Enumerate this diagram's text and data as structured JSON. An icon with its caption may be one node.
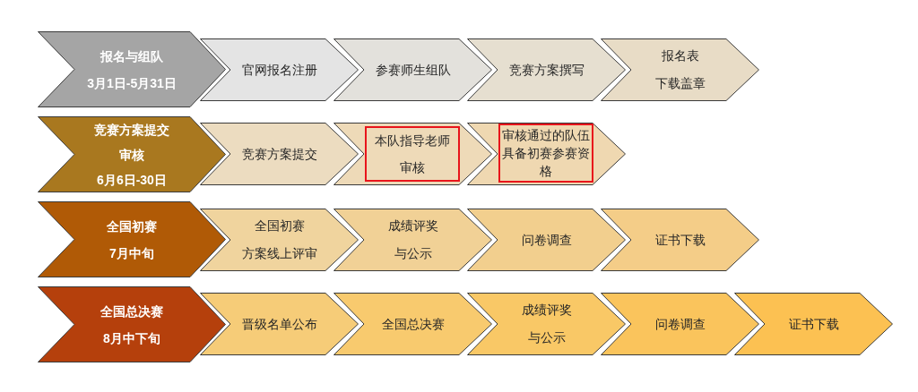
{
  "diagram": {
    "nodes": [
      {
        "text": [
          "报名与组队",
          "3月1日-5月31日"
        ]
      },
      {
        "text": [
          "官网报名注册"
        ]
      },
      {
        "text": [
          "参赛师生组队"
        ]
      },
      {
        "text": [
          "竞赛方案撰写"
        ]
      },
      {
        "text": [
          "报名表下载盖章"
        ]
      },
      {
        "text": [
          "竞赛方案提交审核",
          "6月6日-30日"
        ]
      },
      {
        "text": [
          "竞赛方案提交"
        ]
      },
      {
        "text": [],
        "shape": "chevron"
      },
      {
        "text": [
          "本队指导老师审核"
        ],
        "in": 7
      },
      {
        "text": [],
        "shape": "chevron"
      },
      {
        "text": [
          "审核通过的队伍具备初赛参赛资格"
        ],
        "in": 9
      },
      {
        "text": [
          "全国初赛",
          "7月中旬"
        ]
      },
      {
        "text": [
          "全国初赛方案线上评审"
        ]
      },
      {
        "text": [
          "成绩评奖与公示"
        ]
      },
      {
        "text": [
          "问卷调查"
        ]
      },
      {
        "text": [
          "证书下载"
        ]
      },
      {
        "text": [
          "全国总决赛",
          "8月中下旬"
        ]
      },
      {
        "text": [
          "晋级名单公布"
        ]
      },
      {
        "text": [
          "全国总决赛"
        ]
      },
      {
        "text": [
          "成绩评奖与公示"
        ]
      },
      {
        "text": [
          "问卷调查"
        ]
      },
      {
        "text": [
          "证书下载"
        ]
      }
    ]
  }
}
